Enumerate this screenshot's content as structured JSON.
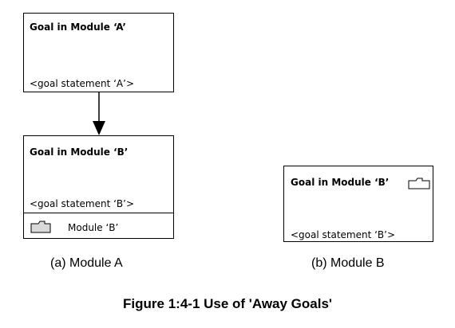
{
  "module_a": {
    "goal_title": "Goal in Module ‘A’",
    "goal_statement": "<goal statement ‘A’>",
    "away_goal_title": "Goal in Module ‘B’",
    "away_goal_statement": "<goal statement ‘B’>",
    "away_goal_module_ref": "Module ‘B’",
    "caption": "(a) Module A"
  },
  "module_b": {
    "goal_title": "Goal in Module ‘B’",
    "goal_statement": "<goal statement ‘B’>",
    "caption": "(b) Module B"
  },
  "figure_caption": "Figure 1:4-1 Use of 'Away Goals'",
  "colors": {
    "stroke": "#000000",
    "folder_fill": "#d9d9d9",
    "background": "#ffffff"
  },
  "icons": {
    "module_folder": "folder-icon"
  }
}
